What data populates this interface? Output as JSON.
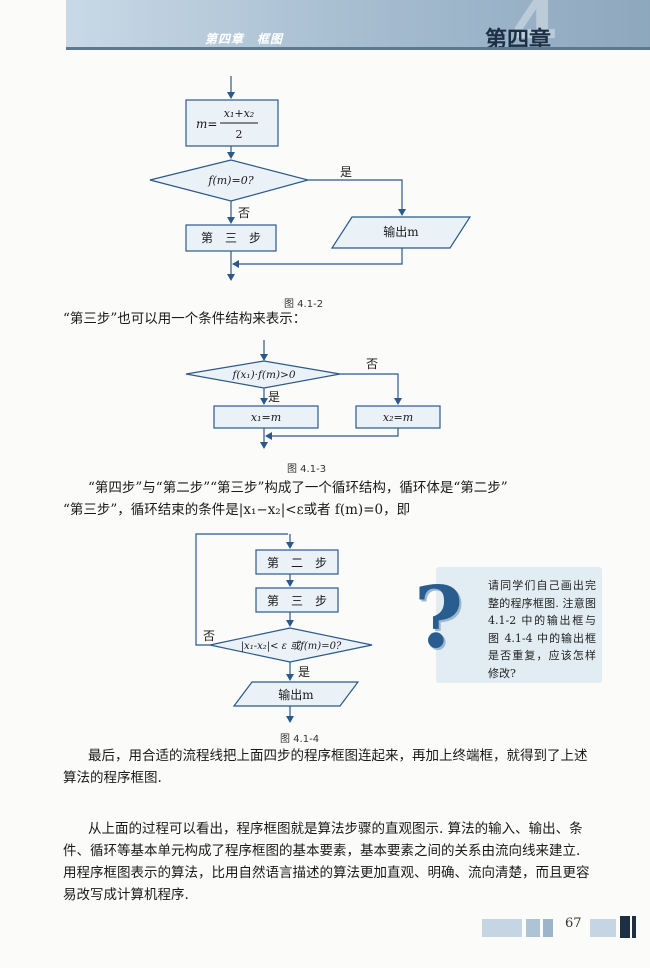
{
  "header": {
    "chapter_label": "第四章　框图",
    "chapter_number": "4",
    "chapter_title": "第四章"
  },
  "fig1": {
    "m_prefix": "m=",
    "m_numerator": "x₁+x₂",
    "m_denominator": "2",
    "decision": "f(m)=0?",
    "yes": "是",
    "no": "否",
    "step3": "第　三　步",
    "output": "输出m",
    "caption": "图 4.1-2"
  },
  "line1": "“第三步”也可以用一个条件结构来表示：",
  "fig2": {
    "decision": "f(x₁)·f(m)>0",
    "yes": "是",
    "no": "否",
    "left_box": "x₁=m",
    "right_box": "x₂=m",
    "caption": "图 4.1-3"
  },
  "para1": {
    "line1": "“第四步”与“第二步”“第三步”构成了一个循环结构，循环体是“第二步”",
    "line2": "“第三步”，循环结束的条件是|x₁−x₂|<ε或者 f(m)=0，即"
  },
  "fig3": {
    "step2": "第　二　步",
    "step3": "第　三　步",
    "decision": "|x₁-x₂|< ε 或f(m)=0?",
    "no": "否",
    "yes": "是",
    "output": "输出m",
    "caption": "图 4.1-4"
  },
  "callout": {
    "text": "请同学们自己画出完整的程序框图. 注意图 4.1-2 中的输出框与图 4.1-4 中的输出框是否重复，应该怎样修改?"
  },
  "para2": {
    "line1": "最后，用合适的流程线把上面四步的程序框图连起来，再加上终端框，就得到了上述",
    "line2": "算法的程序框图."
  },
  "para3": {
    "line1": "从上面的过程可以看出，程序框图就是算法步骤的直观图示. 算法的输入、输出、条",
    "line2": "件、循环等基本单元构成了程序框图的基本要素，基本要素之间的关系由流向线来建立.",
    "line3": "用程序框图表示的算法，比用自然语言描述的算法更加直观、明确、流向清楚，而且更容",
    "line4": "易改写成计算机程序."
  },
  "footer": {
    "page_number": "67"
  },
  "colors": {
    "flow_line": "#2b5a8a",
    "box_fill": "#eaf2f8",
    "header_dark": "#1c2f44"
  }
}
